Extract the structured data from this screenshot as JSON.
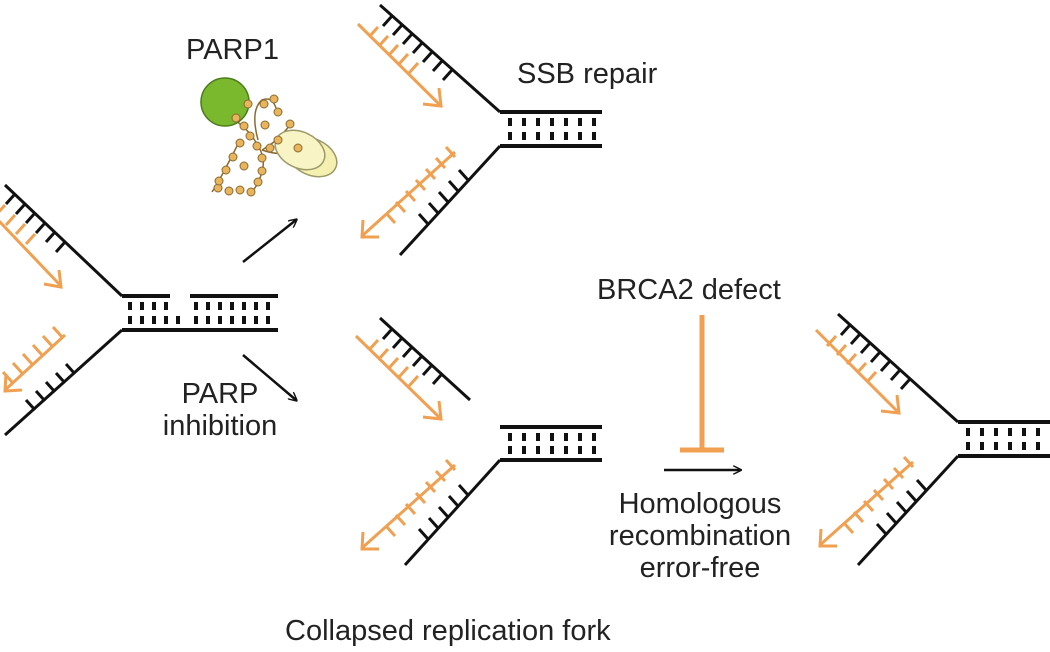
{
  "labels": {
    "parp1": "PARP1",
    "ssb_repair": "SSB repair",
    "brca2_defect": "BRCA2 defect",
    "parp_inhibition_line1": "PARP",
    "parp_inhibition_line2": "inhibition",
    "hr_line1": "Homologous",
    "hr_line2": "recombination",
    "hr_line3": "error-free",
    "collapsed_fork": "Collapsed replication fork"
  },
  "colors": {
    "dna": "#111111",
    "new_strand": "#f0a050",
    "parp1_protein": "#7ab82e",
    "adp_ribose": "#e8b45c",
    "dna_ring": "#f5efb0"
  }
}
